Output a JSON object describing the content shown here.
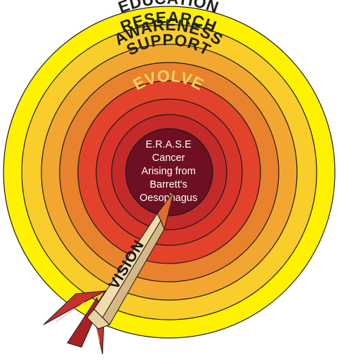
{
  "rings": [
    {
      "label": "EDUCATION",
      "color": "#fff200"
    },
    {
      "label": "RESEARCH",
      "color": "#f9cd2a"
    },
    {
      "label": "AWARENESS",
      "color": "#f2a830"
    },
    {
      "label": "SUPPORT",
      "color": "#e9822d"
    },
    {
      "label": "EVOLVE",
      "color": "#e3432a"
    }
  ],
  "center": {
    "color": "#6e0f22",
    "lines": [
      "E.R.A.S.E",
      "Cancer",
      "Arising from",
      "Barrett's",
      "Oesophagus"
    ]
  },
  "dart": {
    "label": "VISION",
    "shaft_color": "#f2dcae",
    "tip_color": "#e36a2c",
    "fin_color": "#c8302b"
  },
  "colors": {
    "ring_band_5": "#d8352a",
    "ring_band_6": "#c42a2a",
    "outline": "#1a1a1a"
  }
}
